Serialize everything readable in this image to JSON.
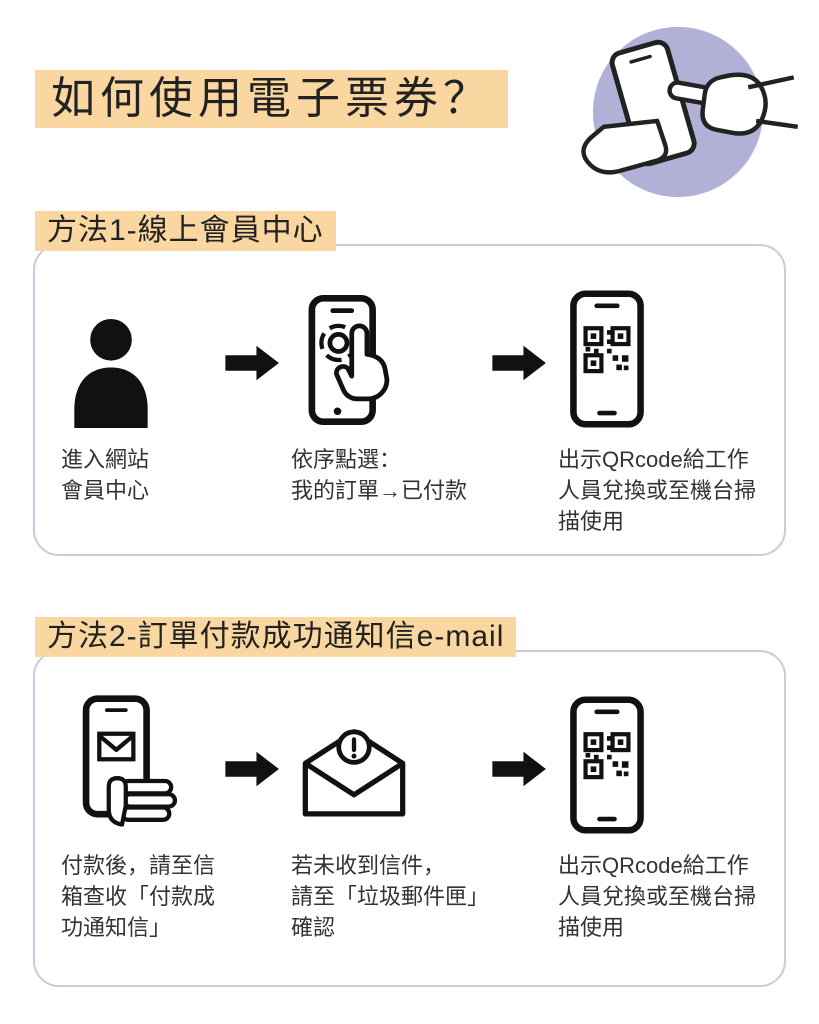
{
  "page": {
    "title": "如何使用電子票券？"
  },
  "hero": {
    "illustration": "hands-tapping-phone"
  },
  "methods": [
    {
      "header": "方法1-線上會員中心",
      "steps": [
        {
          "icon": "person-icon",
          "caption": "進入網站\n會員中心"
        },
        {
          "icon": "phone-tap-icon",
          "caption": "依序點選：\n我的訂單→已付款"
        },
        {
          "icon": "phone-qrcode-icon",
          "caption": "出示QRcode給工作\n人員兌換或至機台掃\n描使用"
        }
      ]
    },
    {
      "header": "方法2-訂單付款成功通知信e-mail",
      "steps": [
        {
          "icon": "phone-email-icon",
          "caption": "付款後，請至信\n箱查收「付款成\n功通知信」"
        },
        {
          "icon": "mail-alert-icon",
          "caption": "若未收到信件，\n請至「垃圾郵件匣」\n確認"
        },
        {
          "icon": "phone-qrcode-icon",
          "caption": "出示QRcode給工作\n人員兌換或至機台掃\n描使用"
        }
      ]
    }
  ],
  "colors": {
    "highlight": "#FAD7A0",
    "illustration_circle": "#B1B1D8",
    "box_border": "#C9C9E0",
    "icon": "#111111",
    "text": "#333333",
    "background": "#FFFFFF"
  }
}
